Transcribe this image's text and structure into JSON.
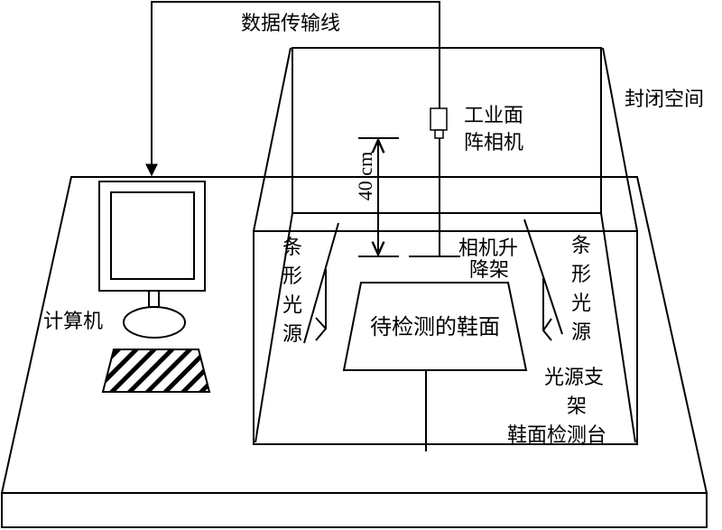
{
  "labels": {
    "data_cable": "数据传输线",
    "enclosure": "封闭空间",
    "camera_line1": "工业面",
    "camera_line2": "阵相机",
    "distance": "40 cm",
    "lift_line1": "相机升",
    "lift_line2": "降架",
    "computer": "计算机",
    "strip_light_left": [
      "条",
      "形",
      "光",
      "源"
    ],
    "strip_light_right": [
      "条",
      "形",
      "光",
      "源"
    ],
    "shoe_upper": "待检测的鞋面",
    "light_bracket_line1": "光源支",
    "light_bracket_line2": "架",
    "inspection_table": "鞋面检测台"
  },
  "colors": {
    "line": "#000000",
    "background": "#ffffff"
  }
}
